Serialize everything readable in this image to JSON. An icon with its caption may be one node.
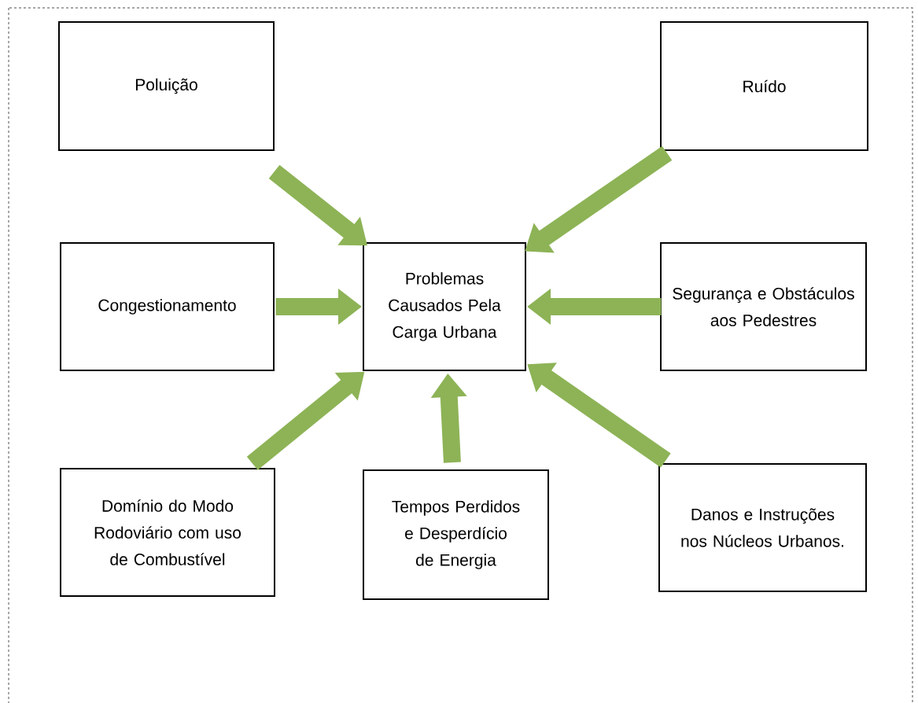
{
  "diagram": {
    "nodes": [
      {
        "text": [
          "Poluição"
        ]
      },
      {
        "text": [
          "Ruído"
        ]
      },
      {
        "text": [
          "Congestionamento"
        ]
      },
      {
        "text": [
          "Problemas Causados Pela Carga Urbana"
        ]
      },
      {
        "text": [
          "Segurança e Obstáculos aos Pedestres"
        ]
      },
      {
        "text": [
          "Domínio do Modo Rodoviário com uso de Combustível"
        ]
      },
      {
        "text": [
          "Tempos Perdidos e Desperdício de Energia"
        ]
      },
      {
        "text": [
          "Danos e Instruções nos Núcleos Urbanos."
        ]
      }
    ],
    "edges": [
      {
        "from": 0,
        "to": 3,
        "arrow": "to"
      },
      {
        "from": 1,
        "to": 3,
        "arrow": "to"
      },
      {
        "from": 2,
        "to": 3,
        "arrow": "to"
      },
      {
        "from": 4,
        "to": 3,
        "arrow": "to"
      },
      {
        "from": 5,
        "to": 3,
        "arrow": "to"
      },
      {
        "from": 6,
        "to": 3,
        "arrow": "to"
      },
      {
        "from": 7,
        "to": 3,
        "arrow": "to"
      }
    ]
  }
}
